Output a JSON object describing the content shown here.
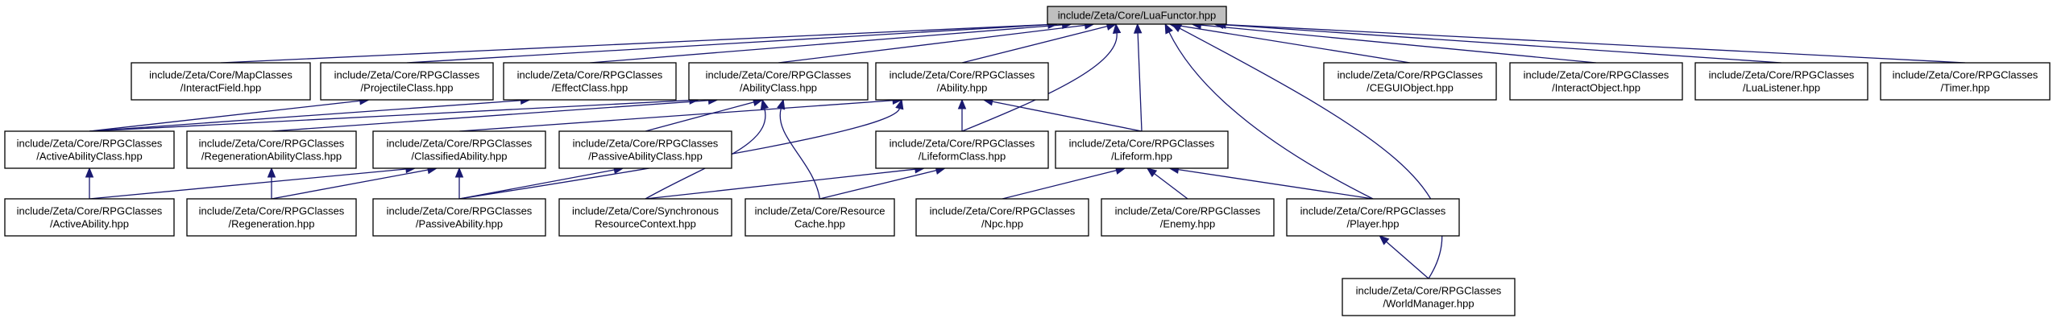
{
  "nodes": [
    {
      "id": "lua_functor",
      "lines": [
        "include/Zeta/Core/LuaFunctor.hpp"
      ],
      "root": true
    },
    {
      "id": "interact_field",
      "lines": [
        "include/Zeta/Core/MapClasses",
        "/InteractField.hpp"
      ]
    },
    {
      "id": "projectile_class",
      "lines": [
        "include/Zeta/Core/RPGClasses",
        "/ProjectileClass.hpp"
      ]
    },
    {
      "id": "effect_class",
      "lines": [
        "include/Zeta/Core/RPGClasses",
        "/EffectClass.hpp"
      ]
    },
    {
      "id": "ability_class",
      "lines": [
        "include/Zeta/Core/RPGClasses",
        "/AbilityClass.hpp"
      ]
    },
    {
      "id": "ability",
      "lines": [
        "include/Zeta/Core/RPGClasses",
        "/Ability.hpp"
      ]
    },
    {
      "id": "cegui_object",
      "lines": [
        "include/Zeta/Core/RPGClasses",
        "/CEGUIObject.hpp"
      ]
    },
    {
      "id": "interact_object",
      "lines": [
        "include/Zeta/Core/RPGClasses",
        "/InteractObject.hpp"
      ]
    },
    {
      "id": "lua_listener",
      "lines": [
        "include/Zeta/Core/RPGClasses",
        "/LuaListener.hpp"
      ]
    },
    {
      "id": "timer",
      "lines": [
        "include/Zeta/Core/RPGClasses",
        "/Timer.hpp"
      ]
    },
    {
      "id": "active_ability_class",
      "lines": [
        "include/Zeta/Core/RPGClasses",
        "/ActiveAbilityClass.hpp"
      ]
    },
    {
      "id": "regeneration_ability_class",
      "lines": [
        "include/Zeta/Core/RPGClasses",
        "/RegenerationAbilityClass.hpp"
      ]
    },
    {
      "id": "classified_ability",
      "lines": [
        "include/Zeta/Core/RPGClasses",
        "/ClassifiedAbility.hpp"
      ]
    },
    {
      "id": "passive_ability_class",
      "lines": [
        "include/Zeta/Core/RPGClasses",
        "/PassiveAbilityClass.hpp"
      ]
    },
    {
      "id": "lifeform_class",
      "lines": [
        "include/Zeta/Core/RPGClasses",
        "/LifeformClass.hpp"
      ]
    },
    {
      "id": "lifeform",
      "lines": [
        "include/Zeta/Core/RPGClasses",
        "/Lifeform.hpp"
      ]
    },
    {
      "id": "active_ability",
      "lines": [
        "include/Zeta/Core/RPGClasses",
        "/ActiveAbility.hpp"
      ]
    },
    {
      "id": "regeneration",
      "lines": [
        "include/Zeta/Core/RPGClasses",
        "/Regeneration.hpp"
      ]
    },
    {
      "id": "passive_ability",
      "lines": [
        "include/Zeta/Core/RPGClasses",
        "/PassiveAbility.hpp"
      ]
    },
    {
      "id": "sync_resource_context",
      "lines": [
        "include/Zeta/Core/Synchronous",
        "ResourceContext.hpp"
      ]
    },
    {
      "id": "resource_cache",
      "lines": [
        "include/Zeta/Core/Resource",
        "Cache.hpp"
      ]
    },
    {
      "id": "npc",
      "lines": [
        "include/Zeta/Core/RPGClasses",
        "/Npc.hpp"
      ]
    },
    {
      "id": "enemy",
      "lines": [
        "include/Zeta/Core/RPGClasses",
        "/Enemy.hpp"
      ]
    },
    {
      "id": "player",
      "lines": [
        "include/Zeta/Core/RPGClasses",
        "/Player.hpp"
      ]
    },
    {
      "id": "world_manager",
      "lines": [
        "include/Zeta/Core/RPGClasses",
        "/WorldManager.hpp"
      ]
    }
  ],
  "edges": [
    [
      "interact_field",
      "lua_functor"
    ],
    [
      "projectile_class",
      "lua_functor"
    ],
    [
      "effect_class",
      "lua_functor"
    ],
    [
      "ability_class",
      "lua_functor"
    ],
    [
      "ability",
      "lua_functor"
    ],
    [
      "cegui_object",
      "lua_functor"
    ],
    [
      "interact_object",
      "lua_functor"
    ],
    [
      "lua_listener",
      "lua_functor"
    ],
    [
      "timer",
      "lua_functor"
    ],
    [
      "lifeform_class",
      "lua_functor"
    ],
    [
      "lifeform",
      "lua_functor"
    ],
    [
      "player",
      "lua_functor"
    ],
    [
      "world_manager",
      "lua_functor"
    ],
    [
      "active_ability_class",
      "projectile_class"
    ],
    [
      "active_ability_class",
      "effect_class"
    ],
    [
      "active_ability_class",
      "ability_class"
    ],
    [
      "regeneration_ability_class",
      "ability_class"
    ],
    [
      "classified_ability",
      "ability"
    ],
    [
      "passive_ability_class",
      "ability_class"
    ],
    [
      "sync_resource_context",
      "ability_class"
    ],
    [
      "resource_cache",
      "ability_class"
    ],
    [
      "lifeform_class",
      "ability"
    ],
    [
      "lifeform",
      "ability"
    ],
    [
      "passive_ability",
      "ability"
    ],
    [
      "active_ability",
      "active_ability_class"
    ],
    [
      "active_ability",
      "classified_ability"
    ],
    [
      "regeneration",
      "regeneration_ability_class"
    ],
    [
      "regeneration",
      "classified_ability"
    ],
    [
      "passive_ability",
      "classified_ability"
    ],
    [
      "passive_ability",
      "passive_ability_class"
    ],
    [
      "sync_resource_context",
      "lifeform_class"
    ],
    [
      "resource_cache",
      "lifeform_class"
    ],
    [
      "npc",
      "lifeform"
    ],
    [
      "enemy",
      "lifeform"
    ],
    [
      "player",
      "lifeform"
    ],
    [
      "world_manager",
      "player"
    ]
  ]
}
